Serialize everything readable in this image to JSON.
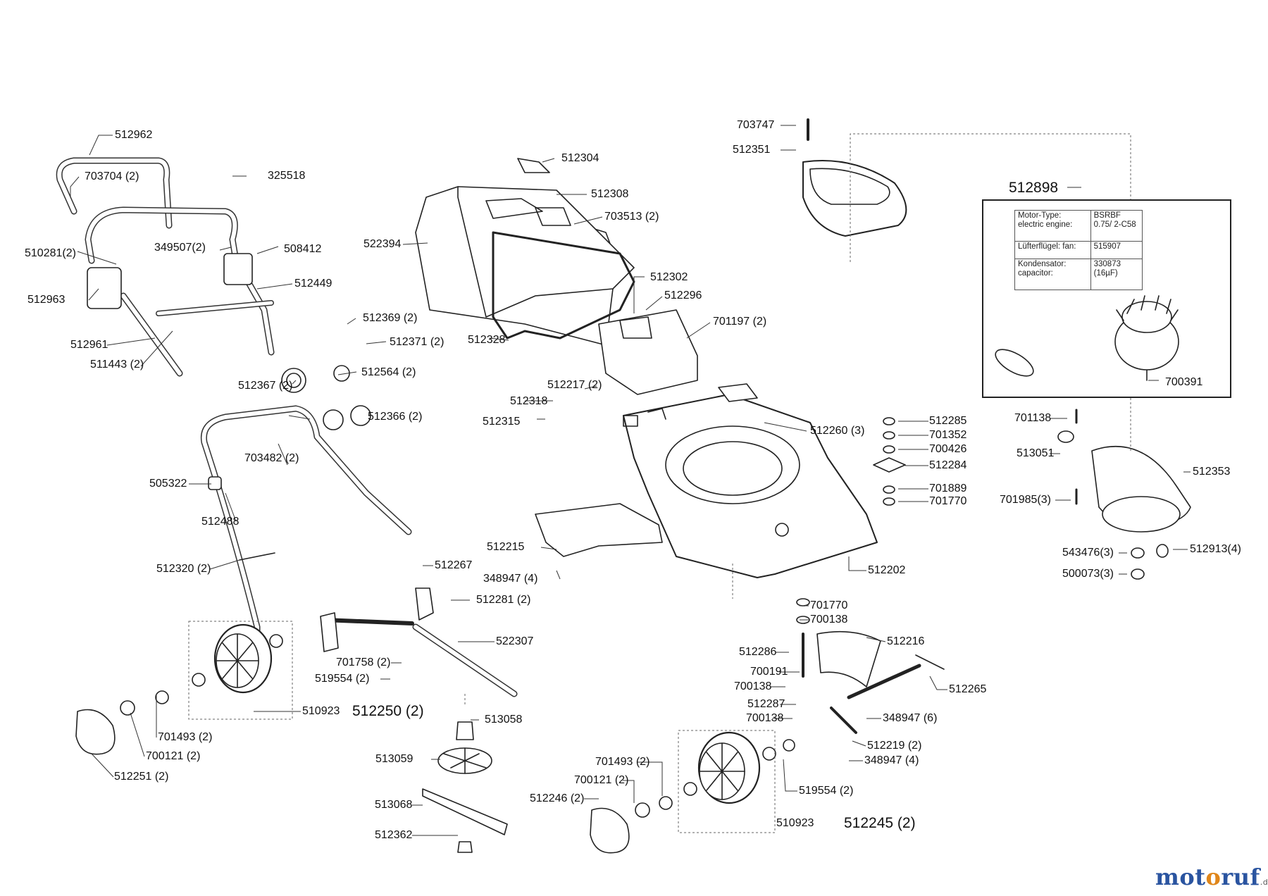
{
  "labels": {
    "l512962": "512962",
    "l703704": "703704 (2)",
    "l325518": "325518",
    "l510281": "510281(2)",
    "l349507": "349507(2)",
    "l508412": "508412",
    "l512449": "512449",
    "l512963": "512963",
    "l512961": "512961",
    "l511443": "511443 (2)",
    "l512369": "512369 (2)",
    "l512371": "512371 (2)",
    "l512367": "512367 (2)",
    "l512564": "512564 (2)",
    "l512366": "512366 (2)",
    "l703482": "703482 (2)",
    "l505322": "505322",
    "l512488": "512488",
    "l512320": "512320 (2)",
    "l512304": "512304",
    "l512308": "512308",
    "l703513": "703513 (2)",
    "l522394": "522394",
    "l512302": "512302",
    "l512296": "512296",
    "l701197": "701197 (2)",
    "l512328": "512328",
    "l512217": "512217 (2)",
    "l512318": "512318",
    "l512315": "512315",
    "l512260": "512260 (3)",
    "l512215": "512215",
    "l348947a": "348947 (4)",
    "l512202": "512202",
    "l703747": "703747",
    "l512351": "512351",
    "l512898": "512898",
    "l700391": "700391",
    "l701138": "701138",
    "l513051": "513051",
    "l512353": "512353",
    "l701985": "701985(3)",
    "l543476": "543476(3)",
    "l512913": "512913(4)",
    "l500073": "500073(3)",
    "l512285": "512285",
    "l701352": "701352",
    "l700426": "700426",
    "l512284": "512284",
    "l701889": "701889",
    "l701770a": "701770",
    "l512267": "512267",
    "l512281": "512281 (2)",
    "l522307": "522307",
    "l701758": "701758 (2)",
    "l519554a": "519554 (2)",
    "l510923a": "510923",
    "l512250": "512250 (2)",
    "l701493a": "701493 (2)",
    "l700121a": "700121 (2)",
    "l512251": "512251 (2)",
    "l513058": "513058",
    "l513059": "513059",
    "l513068": "513068",
    "l512362": "512362",
    "l701770b": "701770",
    "l700138a": "700138",
    "l512286": "512286",
    "l512216": "512216",
    "l700191": "700191",
    "l700138b": "700138",
    "l512287": "512287",
    "l700138c": "700138",
    "l512265": "512265",
    "l348947b": "348947 (6)",
    "l512219": "512219 (2)",
    "l348947c": "348947 (4)",
    "l701493b": "701493 (2)",
    "l700121b": "700121 (2)",
    "l512246": "512246 (2)",
    "l519554b": "519554 (2)",
    "l510923b": "510923",
    "l512245": "512245 (2)"
  },
  "spec_table": {
    "r1c1": "Motor-Type: electric engine:",
    "r1c2": "BSRBF 0.75/ 2-C58",
    "r2c1": "Lüfterflügel: fan:",
    "r2c2": "515907",
    "r3c1": "Kondensator: capacitor:",
    "r3c2": "330873 (16µF)"
  },
  "logo": {
    "part1": "mot",
    "part2": "o",
    "part3": "ruf",
    "suffix": ".de"
  },
  "colors": {
    "line": "#222222",
    "logo_blue": "#2a54a0",
    "logo_orange": "#e0861a"
  }
}
